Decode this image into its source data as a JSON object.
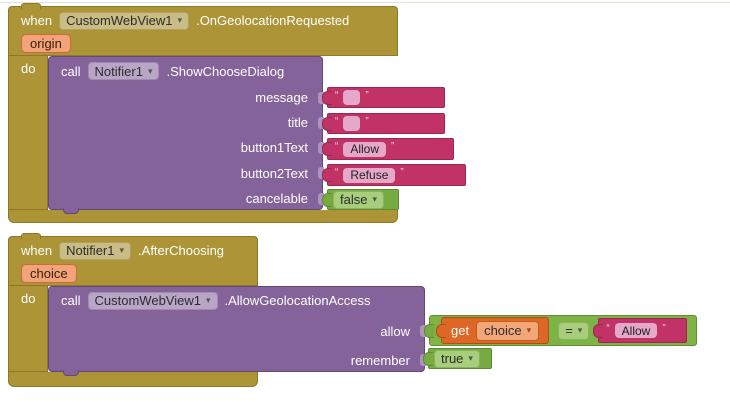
{
  "glyphs": {
    "quote_open": "“",
    "quote_close": "”",
    "dropdown_arrow": "▾"
  },
  "colors": {
    "event_block": "#AC9437",
    "event_dropdown": "#C9BD85",
    "method_block": "#84629A",
    "method_dropdown": "#B9A6C7",
    "text_block": "#C13366",
    "text_field": "#E6A8C8",
    "logic_block": "#77AB41",
    "logic_dropdown": "#A8CE7C",
    "variable_block": "#DD6727",
    "variable_dropdown": "#F2A778",
    "param_badge": "#F2A478",
    "background": "#ffffff"
  },
  "block1": {
    "when_label": "when",
    "component": "CustomWebView1",
    "event": ".OnGeolocationRequested",
    "param": "origin",
    "do_label": "do",
    "call": {
      "call_label": "call",
      "component": "Notifier1",
      "method": ".ShowChooseDialog",
      "param_labels": {
        "message": "message",
        "title": "title",
        "button1": "button1Text",
        "button2": "button2Text",
        "cancelable": "cancelable"
      },
      "values": {
        "message": "",
        "title": "",
        "button1": "Allow",
        "button2": "Refuse",
        "cancelable": "false"
      }
    }
  },
  "block2": {
    "when_label": "when",
    "component": "Notifier1",
    "event": ".AfterChoosing",
    "param": "choice",
    "do_label": "do",
    "call": {
      "call_label": "call",
      "component": "CustomWebView1",
      "method": ".AllowGeolocationAccess",
      "param_labels": {
        "allow": "allow",
        "remember": "remember"
      },
      "allow_expr": {
        "get_label": "get",
        "variable": "choice",
        "operator": "=",
        "compare_value": "Allow"
      },
      "remember_value": "true"
    }
  }
}
